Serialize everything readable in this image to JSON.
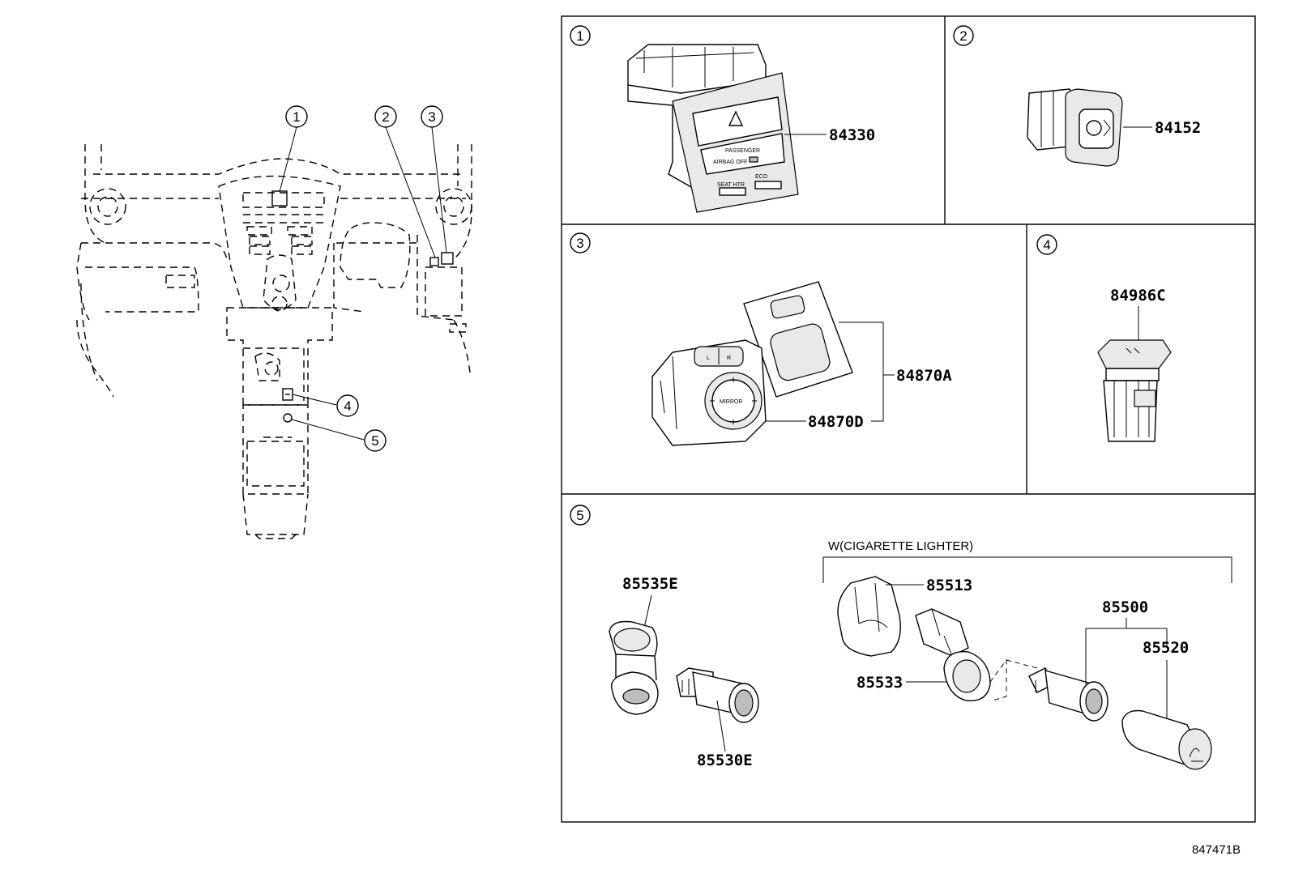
{
  "document_id": "847471B",
  "overview": {
    "callouts": [
      "1",
      "2",
      "3",
      "4",
      "5"
    ]
  },
  "panels": [
    {
      "number": "1",
      "parts": [
        "84330"
      ],
      "text": {
        "passenger": "PASSENGER",
        "airbag_off": "AIRBAG OFF",
        "off": "OFF",
        "left_btn": "SEAT HTR",
        "right_btn": "ECO"
      }
    },
    {
      "number": "2",
      "parts": [
        "84152"
      ]
    },
    {
      "number": "3",
      "parts": [
        "84870A",
        "84870D"
      ],
      "text": {
        "l": "L",
        "r": "R",
        "mirror": "MIRROR"
      }
    },
    {
      "number": "4",
      "parts": [
        "84986C"
      ]
    },
    {
      "number": "5",
      "group_label": "W(CIGARETTE LIGHTER)",
      "parts": [
        "85535E",
        "85530E",
        "85513",
        "85533",
        "85500",
        "85520"
      ]
    }
  ],
  "colors": {
    "line": "#000000",
    "background": "#ffffff",
    "shade": "#e9e9e9"
  }
}
